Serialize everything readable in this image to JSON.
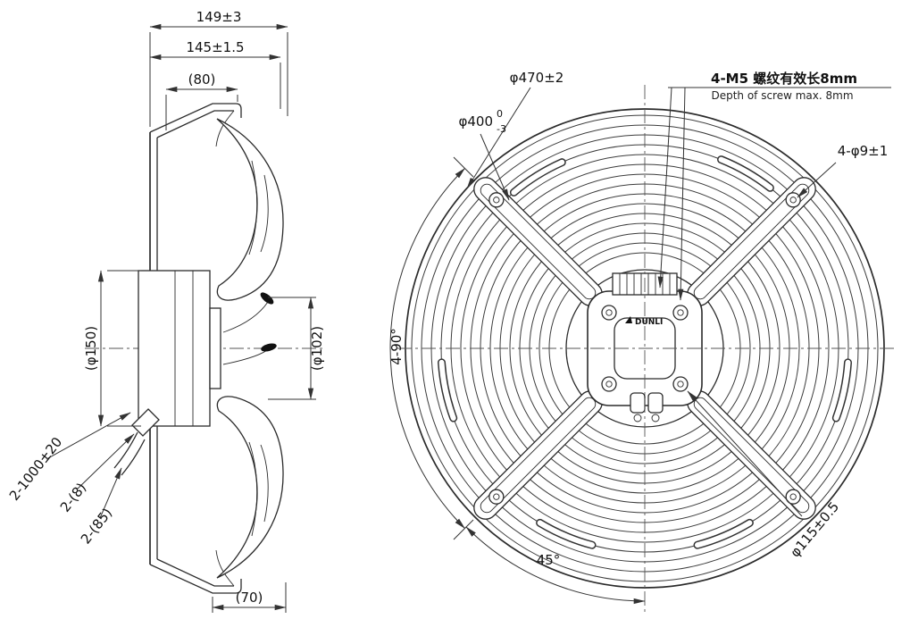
{
  "side_view": {
    "dim_depth_overall": "149±3",
    "dim_depth_flange": "145±1.5",
    "dim_inlet": "(80)",
    "dim_hub_diameter": "(φ150)",
    "dim_inner_diameter": "(φ102)",
    "dim_cable_length": "2-1000±20",
    "dim_cable_8": "2-(8)",
    "dim_cable_85": "2-(85)",
    "dim_bottom": "(70)"
  },
  "front_view": {
    "dim_outer_diameter": "φ470±2",
    "dim_bolt_circle": "φ400",
    "tol_top": "0",
    "tol_bottom": "-3",
    "note_m5_cn": "4-M5 螺纹有效长8mm",
    "note_m5_en": "Depth of screw max. 8mm",
    "dim_hole": "4-φ9±1",
    "dim_angle_90": "4-90°",
    "dim_angle_45": "45°",
    "dim_hub_holes": "φ115±0.5",
    "logo": "DUNLI"
  }
}
